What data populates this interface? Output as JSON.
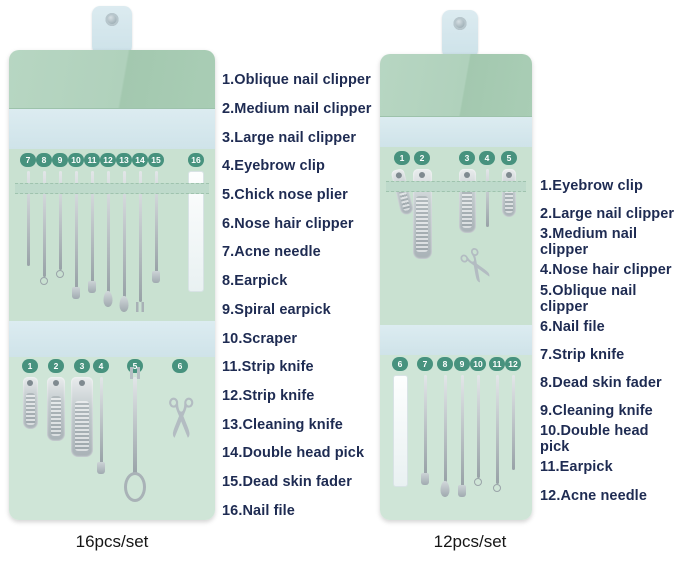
{
  "left_case": {
    "badge_numbers_top": [
      "7",
      "8",
      "9",
      "10",
      "11",
      "12",
      "13",
      "14",
      "15",
      "16"
    ],
    "badge_numbers_bottom": [
      "1",
      "2",
      "3",
      "4",
      "5",
      "6"
    ],
    "pcs_label": "16pcs/set"
  },
  "right_case": {
    "badge_numbers_top": [
      "1",
      "2",
      "3",
      "4",
      "5"
    ],
    "badge_numbers_bottom": [
      "6",
      "7",
      "8",
      "9",
      "10",
      "11",
      "12"
    ],
    "pcs_label": "12pcs/set"
  },
  "left_list": {
    "items": [
      "1.Oblique nail clipper",
      "2.Medium nail clipper",
      "3.Large nail clipper",
      "4.Eyebrow clip",
      "5.Chick nose plier",
      "6.Nose hair clipper",
      "7.Acne needle",
      "8.Earpick",
      "9.Spiral earpick",
      "10.Scraper",
      "11.Strip knife",
      "12.Strip knife",
      "13.Cleaning knife",
      "14.Double head pick",
      "15.Dead skin fader",
      "16.Nail file"
    ]
  },
  "right_list": {
    "items": [
      "1.Eyebrow clip",
      "2.Large nail clipper",
      "3.Medium nail clipper",
      "4.Nose hair clipper",
      "5.Oblique nail clipper",
      "6.Nail file",
      "7.Strip knife",
      "8.Dead skin fader",
      "9.Cleaning knife",
      "10.Double head pick",
      "11.Earpick",
      "12.Acne needle"
    ]
  },
  "icons": {
    "scissors_glyph": "✂"
  },
  "colors": {
    "case_green": "#c9e1d1",
    "flap_green": "#a9cdb5",
    "band_blue": "#cfe3e9",
    "tab_blue": "#cde2e9",
    "badge_teal": "#47927e",
    "list_text": "#1e2b52"
  }
}
